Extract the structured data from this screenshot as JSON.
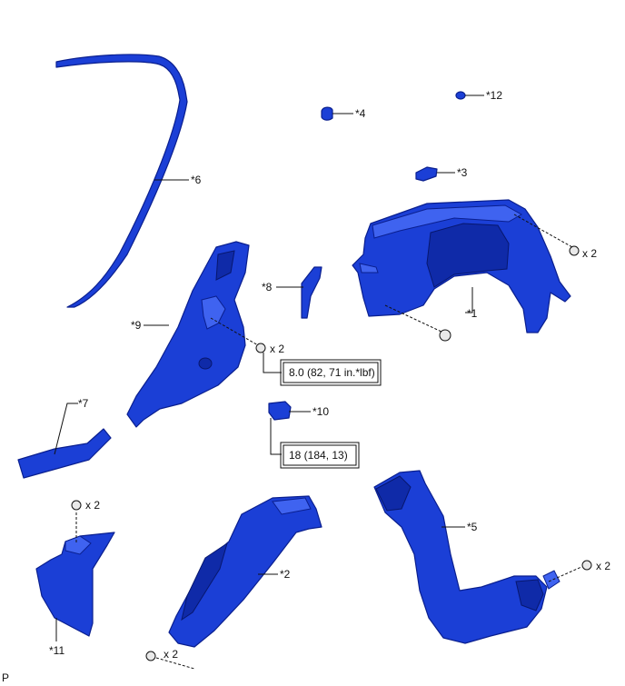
{
  "callouts": {
    "c1": "*1",
    "c2": "*2",
    "c3": "*3",
    "c4": "*4",
    "c5": "*5",
    "c6": "*6",
    "c7": "*7",
    "c8": "*8",
    "c9": "*9",
    "c10": "*10",
    "c11": "*11",
    "c12": "*12"
  },
  "quantities": {
    "q_right_top": "x 2",
    "q_part9_bolt": "x 2",
    "q_part11_clip": "x 2",
    "q_part2_clip": "x 2",
    "q_part5_clip": "x 2"
  },
  "torque": {
    "t1": "8.0 (82, 71 in.*lbf)",
    "t2": "18 (184, 13)"
  },
  "footer": {
    "code": "P"
  },
  "colors": {
    "part": "#1b3fd6",
    "outline": "#0a1f8f"
  }
}
